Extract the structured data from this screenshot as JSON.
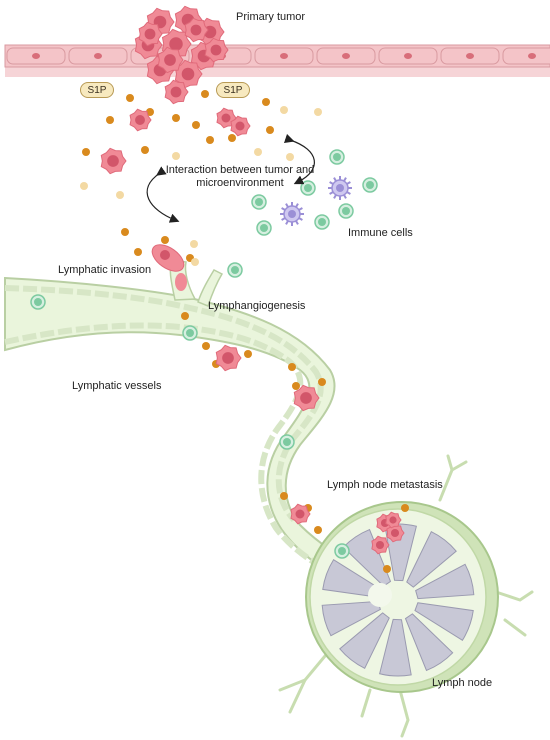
{
  "labels": {
    "primary_tumor": "Primary tumor",
    "interaction": "Interaction between tumor and microenvironment",
    "immune_cells": "Immune cells",
    "lymphatic_invasion": "Lymphatic invasion",
    "lymphangiogenesis": "Lymphangiogenesis",
    "lymphatic_vessels": "Lymphatic vessels",
    "lymph_node_metastasis": "Lymph node metastasis",
    "lymph_node": "Lymph node"
  },
  "badges": [
    "S1P",
    "S1P"
  ],
  "colors": {
    "endothelium": "#f4c4c8",
    "endothelium_edge": "#d99aa0",
    "tumor_cell": "#f08a96",
    "tumor_nucleus": "#d2566a",
    "s1p_dot": "#d98a1e",
    "s1p_light": "#f3d9a3",
    "immune_green": "#7ccaa0",
    "immune_purple": "#9b8fd6",
    "lymph_fluid": "#eaf5dc",
    "lymph_wall": "#c6d8b4",
    "node_capsule": "#a8c78c",
    "node_sinus": "#c8c8d6",
    "badge_fill": "#f7e9bf"
  }
}
